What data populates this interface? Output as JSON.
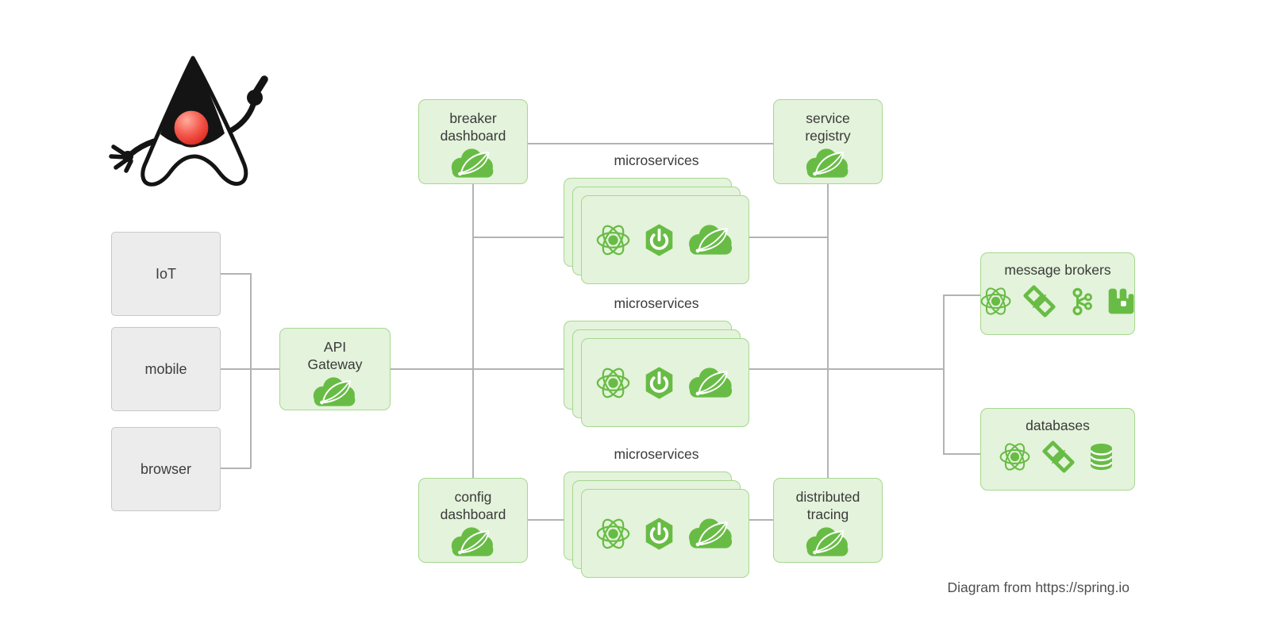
{
  "caption": "Diagram from https://spring.io",
  "colors": {
    "spring_green": "#68bc45",
    "green_box_fill": "#e4f3db",
    "green_box_border": "#a6d88f",
    "client_box_fill": "#ececec",
    "client_box_border": "#c8c8c8",
    "connector_line": "#b3b3b3",
    "label_text": "#3a3a3a",
    "caption_text": "#4f4f4f",
    "duke_nose_red": "#ee3b2e"
  },
  "mascot": {
    "name": "java-duke-mascot"
  },
  "clients": [
    {
      "label": "IoT"
    },
    {
      "label": "mobile"
    },
    {
      "label": "browser"
    }
  ],
  "gateway": {
    "line1": "API",
    "line2": "Gateway",
    "icon": "spring-cloud-leaf-icon"
  },
  "services": {
    "breaker": {
      "line1": "breaker",
      "line2": "dashboard",
      "icon": "spring-cloud-leaf-icon"
    },
    "registry": {
      "line1": "service",
      "line2": "registry",
      "icon": "spring-cloud-leaf-icon"
    },
    "config": {
      "line1": "config",
      "line2": "dashboard",
      "icon": "spring-cloud-leaf-icon"
    },
    "tracing": {
      "line1": "distributed",
      "line2": "tracing",
      "icon": "spring-cloud-leaf-icon"
    }
  },
  "stacks": [
    {
      "label": "microservices",
      "icons": [
        "spring-cloud-atom-icon",
        "spring-boot-icon",
        "spring-cloud-leaf-icon"
      ]
    },
    {
      "label": "microservices",
      "icons": [
        "spring-cloud-atom-icon",
        "spring-boot-icon",
        "spring-cloud-leaf-icon"
      ]
    },
    {
      "label": "microservices",
      "icons": [
        "spring-cloud-atom-icon",
        "spring-boot-icon",
        "spring-cloud-leaf-icon"
      ]
    }
  ],
  "endpoints": {
    "brokers": {
      "label": "message brokers",
      "icons": [
        "spring-cloud-atom-icon",
        "spring-integration-icon",
        "kafka-icon",
        "rabbitmq-icon"
      ]
    },
    "databases": {
      "label": "databases",
      "icons": [
        "spring-cloud-atom-icon",
        "spring-integration-icon",
        "database-icon"
      ]
    }
  }
}
